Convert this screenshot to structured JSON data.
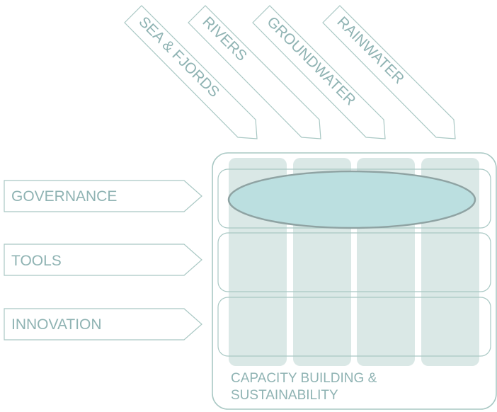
{
  "water_sources": [
    "SEA & FJORDS",
    "RIVERS",
    "GROUNDWATER",
    "RAINWATER"
  ],
  "themes": [
    "GOVERNANCE",
    "TOOLS",
    "INNOVATION"
  ],
  "foundation": {
    "line1": "CAPACITY BUILDING &",
    "line2": "SUSTAINABILITY"
  },
  "colors": {
    "outline": "#a9c8c4",
    "label": "#8fb3b3",
    "column_fill": "#dae8e6",
    "ellipse_fill": "#bbdfe0",
    "ellipse_stroke": "#8fa3a3"
  }
}
